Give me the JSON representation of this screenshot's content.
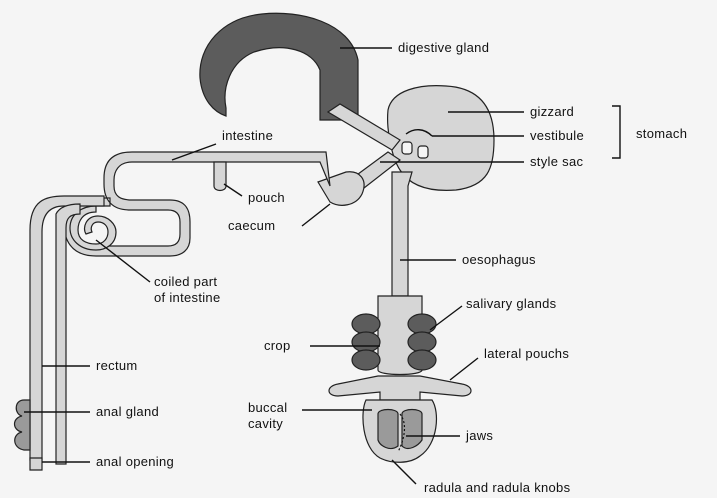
{
  "labels": {
    "digestive_gland": "digestive gland",
    "gizzard": "gizzard",
    "vestibule": "vestibule",
    "stomach": "stomach",
    "style_sac": "style sac",
    "intestine": "intestine",
    "pouch": "pouch",
    "caecum": "caecum",
    "coiled_line1": "coiled part",
    "coiled_line2": "of intestine",
    "oesophagus": "oesophagus",
    "salivary_glands": "salivary glands",
    "crop": "crop",
    "lateral_pouchs": "lateral pouchs",
    "rectum": "rectum",
    "buccal_line1": "buccal",
    "buccal_line2": "cavity",
    "jaws": "jaws",
    "anal_gland": "anal gland",
    "anal_opening": "anal opening",
    "radula": "radula and radula knobs"
  },
  "colors": {
    "light_fill": "#d6d6d6",
    "dark_fill": "#5c5c5c",
    "mid_fill": "#9a9a9a",
    "background": "#f5f5f5"
  }
}
